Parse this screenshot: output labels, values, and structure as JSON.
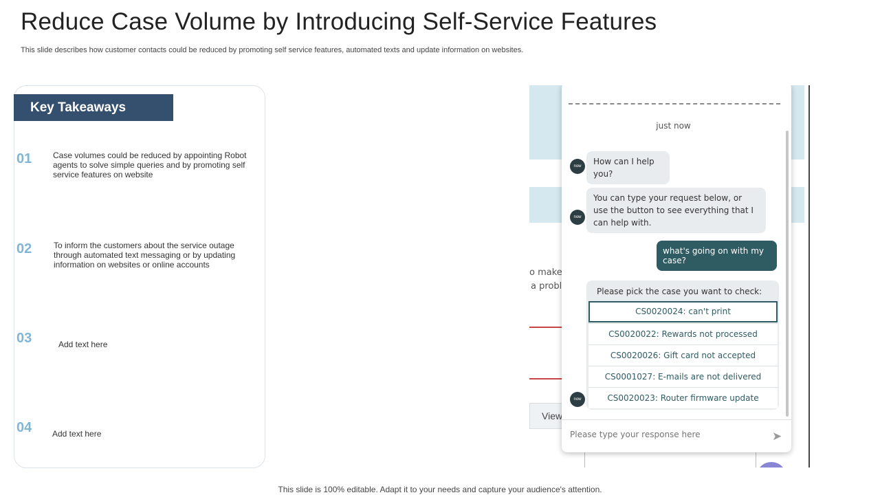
{
  "slide": {
    "title": "Reduce Case Volume by Introducing Self-Service Features",
    "subtitle": "This slide describes how customer contacts could be reduced by promoting self service features, automated texts and update information on websites.",
    "footer": "This slide is 100% editable. Adapt it to your needs and capture your audience's attention."
  },
  "takeaways": {
    "header": "Key Takeaways",
    "items": [
      {
        "num": "01",
        "text": "Case volumes could be reduced by appointing Robot agents to solve simple queries and by promoting self service features on website"
      },
      {
        "num": "02",
        "text": "To inform the customers about the service outage through automated text messaging or by updating information on websites or online accounts"
      },
      {
        "num": "03",
        "text": "Add text here"
      },
      {
        "num": "04",
        "text": "Add text here"
      }
    ]
  },
  "screenshot": {
    "background": {
      "fragment_1": "o make a",
      "fragment_2": "a problem",
      "view_label": "View"
    },
    "chat": {
      "timestamp": "just now",
      "avatar_label": "now",
      "bot_greeting": "How can I help you?",
      "bot_instructions": "You can type your request below, or use the button to see everything that I can help with.",
      "user_message": "what's going on with my case?",
      "picker_title": "Please pick the case you want to check:",
      "cases": [
        "CS0020024: can't print",
        "CS0020022: Rewards not processed",
        "CS0020026: Gift card not accepted",
        "CS0001027: E-mails are not delivered",
        "CS0020023: Router firmware update"
      ],
      "input_placeholder": "Please type your response here",
      "send_icon": "send-icon"
    }
  },
  "colors": {
    "header_bg": "#354f6e",
    "number_color": "#7fb6d6",
    "bot_bubble": "#e9ecee",
    "user_bubble": "#2f5c63",
    "band_bg": "#d5e8f0"
  }
}
